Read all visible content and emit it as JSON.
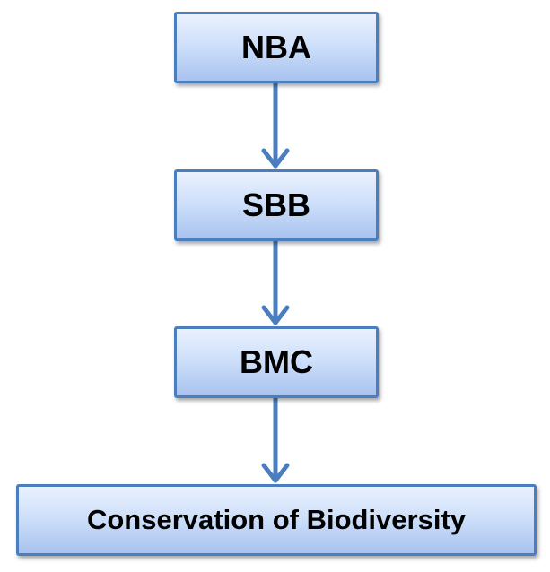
{
  "nodes": [
    {
      "label": "NBA"
    },
    {
      "label": "SBB"
    },
    {
      "label": "BMC"
    },
    {
      "label": "Conservation of Biodiversity"
    }
  ],
  "edges": [
    {
      "from": "NBA",
      "to": "SBB"
    },
    {
      "from": "SBB",
      "to": "BMC"
    },
    {
      "from": "BMC",
      "to": "Conservation of Biodiversity"
    }
  ],
  "colors": {
    "border": "#4a7ebf",
    "fill_top": "#eaf1fd",
    "fill_bottom": "#a8c3ef",
    "arrow": "#4a7ebf"
  }
}
